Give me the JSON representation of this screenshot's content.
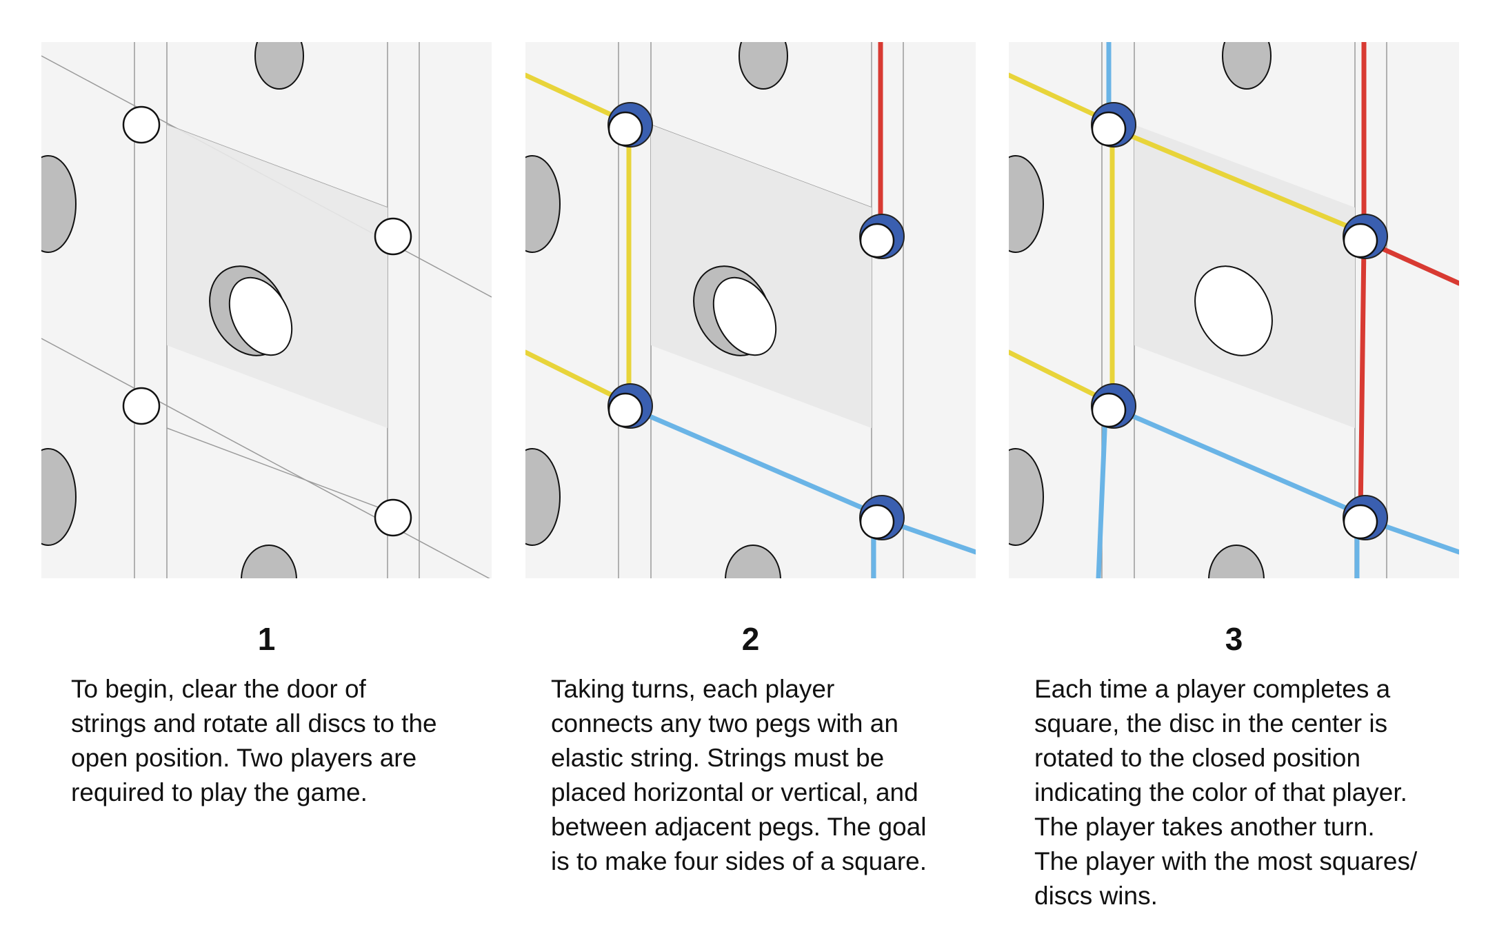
{
  "steps": [
    {
      "number": "1",
      "text": "To begin, clear the door of\nstrings and rotate all discs to the\nopen position. Two players are\nrequired to play the game.",
      "disc_state": "open",
      "strings": []
    },
    {
      "number": "2",
      "text": "Taking turns, each player\nconnects any two pegs with an\nelastic string. Strings must be\nplaced horizontal or vertical, and\nbetween adjacent pegs. The goal\nis to make four sides of a square.",
      "disc_state": "open",
      "strings": [
        "yellow",
        "red",
        "blue"
      ]
    },
    {
      "number": "3",
      "text": "Each time a player completes a\nsquare, the disc in the center is\nrotated to the closed position\nindicating the color of that player.\nThe player takes another turn.\nThe player with the most squares/\ndiscs wins.",
      "disc_state": "closed",
      "strings": [
        "yellow",
        "red",
        "blue"
      ]
    }
  ],
  "colors": {
    "panel_bg": "#f4f4f4",
    "peg_ring": "#3a5fb0",
    "string_yellow": "#e8d43a",
    "string_red": "#d83a32",
    "string_blue": "#6ab4e6"
  }
}
